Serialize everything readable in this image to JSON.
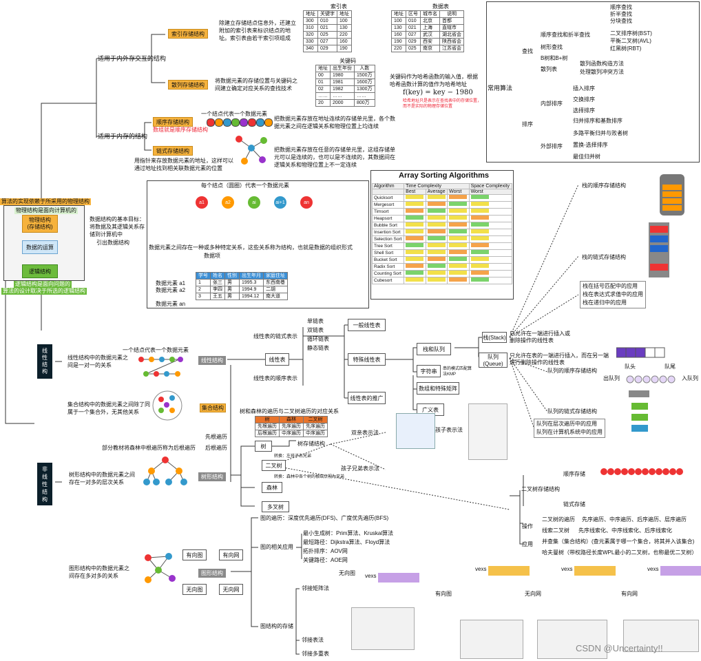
{
  "root": {
    "banner_top": "算法的实现依赖于所采用的物理结构",
    "banner_sub": "物理结构是面向计算机的",
    "physical": "物理结构\n(存储结构)",
    "ops": "数据的运算",
    "logical": "逻辑结构",
    "banner_bottom_1": "逻辑结构是面向问题的",
    "banner_bottom_2": "算法的设计取决于所选的逻辑结构",
    "goal": "数据结构的基本目标：将数据及其逻辑关系存储到计算机中",
    "intro": "引出数据结构"
  },
  "storage": {
    "external": "适用于内外存交互的结构",
    "internal": "适用于内存的结构",
    "index_label": "索引存储结构",
    "index_desc": "除建立存储结点信息外，还建立附加的索引表来标识结点的地址。索引表由若干索引项组成",
    "hash_label": "散列存储结构",
    "hash_desc": "将数据元素的存储位置与关键码之间建立确定对应关系的查找技术",
    "seq_label": "顺序存储结构",
    "seq_note": "数组就是顺序存储结构",
    "seq_desc": "把数据元素存放在地址连续的存储单元里，各个数据元素之间在逻辑关系和物理位置上均连续",
    "one_node": "一个结点代表一个数据元素",
    "link_label": "链式存储结构",
    "link_note": "用指针来存放数据元素的地址，这样可以通过地址找到相关联数据元素的位置",
    "link_desc": "把数据元素存放在任意的存储单元里，这组存储单元可以是连续的，也可以是不连续的，其数据间在逻辑关系和物理位置上不一定连续",
    "hash_formula_note": "关键码作为哈希函数的输入值，根据哈希函数计算的值作为哈希地址",
    "hash_formula": "f(key) = key − 1980",
    "hash_tip": "哈希地址只是表示在查找表中的存储位置，而不是实际的物理存储位置"
  },
  "index_table": {
    "title": "索引表",
    "headers": [
      "地址",
      "关键字",
      "地址"
    ],
    "rows": [
      [
        "300",
        "010",
        "100"
      ],
      [
        "310",
        "021",
        "130"
      ],
      [
        "320",
        "025",
        "220"
      ],
      [
        "330",
        "027",
        "160"
      ],
      [
        "340",
        "029",
        "190"
      ]
    ]
  },
  "data_table": {
    "title": "数据表",
    "headers": [
      "地址",
      "区号",
      "城市名",
      "说明"
    ],
    "rows": [
      [
        "100",
        "010",
        "北京",
        "首都"
      ],
      [
        "130",
        "021",
        "上海",
        "直辖市"
      ],
      [
        "160",
        "027",
        "武汉",
        "湖北省会"
      ],
      [
        "190",
        "029",
        "西安",
        "陕西省会"
      ],
      [
        "220",
        "025",
        "南京",
        "江苏省会"
      ]
    ]
  },
  "key_table": {
    "title": "关键码",
    "headers": [
      "地址",
      "出生年份",
      "人数"
    ],
    "rows": [
      [
        "00",
        "1980",
        "1500万"
      ],
      [
        "01",
        "1981",
        "1600万"
      ],
      [
        "02",
        "1982",
        "1300万"
      ],
      [
        "……",
        "……",
        "……"
      ],
      [
        "20",
        "2000",
        "800万"
      ]
    ]
  },
  "element_panel": {
    "top": "每个结点（圆圈）代表一个数据元素",
    "nodes": [
      "a1",
      "a2",
      "ai",
      "ai+1",
      "an"
    ],
    "desc": "数据元素之间存在一种或多种特定关系，这些关系称为结构，也就是数据的组织形式",
    "headers": [
      "学号",
      "姓名",
      "性别",
      "出生年月",
      "家庭住址"
    ],
    "rows": [
      [
        "1",
        "张三",
        "男",
        "1995.3",
        "东西南巷"
      ],
      [
        "2",
        "李四",
        "男",
        "1994.9",
        "二胡"
      ],
      [
        "3",
        "王五",
        "男",
        "1994.12",
        "南大道"
      ]
    ],
    "row_labels": [
      "数据元素 a1",
      "数据元素 a2",
      "数据元素 an"
    ],
    "item_label": "数据项"
  },
  "sort_table": {
    "title": "Array Sorting Algorithms",
    "col_alg": "Algorithm",
    "col_time": "Time Complexity",
    "col_space": "Space Complexity",
    "sub": [
      "Best",
      "Average",
      "Worst",
      "Worst"
    ],
    "algs": [
      "Quicksort",
      "Mergesort",
      "Timsort",
      "Heapsort",
      "Bubble Sort",
      "Insertion Sort",
      "Selection Sort",
      "Tree Sort",
      "Shell Sort",
      "Bucket Sort",
      "Radix Sort",
      "Counting Sort",
      "Cubesort"
    ]
  },
  "algorithms": {
    "common": "常用算法",
    "search": "查找",
    "search_seq": "顺序查找和折半查找",
    "search_items": [
      "顺序查找",
      "折半查找",
      "分块查找"
    ],
    "tree_search": "树形查找",
    "tree_items": [
      "二叉排序树(BST)",
      "平衡二叉树(AVL)",
      "红黑树(RBT)"
    ],
    "btree": "B树和B+树",
    "hash": "散列表",
    "hash_items": [
      "散列函数构造方法",
      "处理散列冲突方法"
    ],
    "sort": "排序",
    "inner": "内部排序",
    "inner_items": [
      "插入排序",
      "交换排序",
      "选择排序",
      "归并排序和基数排序"
    ],
    "outer": "外部排序",
    "outer_items": [
      "多路平衡归并与败者树",
      "置换-选择排序",
      "最佳归并树"
    ]
  },
  "linear": {
    "title": "线性结构",
    "block": "线\n性\n结\n构",
    "desc": "线性结构中的数据元素之间是一对一的关系",
    "one_node": "一个结点代表一个数据元素",
    "list": "线性表",
    "chain": "线性表的链式表示",
    "chain_items": [
      "单链表",
      "双链表",
      "循环链表",
      "静态链表"
    ],
    "seq": "线性表的顺序表示",
    "general": "一般线性表",
    "special": "特殊线性表",
    "promote": "线性表的推广",
    "stack_queue": "栈和队列",
    "string": "字符串",
    "kmp": "串的模式匹配算法KMP",
    "array": "数组和特殊矩阵",
    "glist": "广义表",
    "stack": "栈(Stack)",
    "stack_desc": "只允许在一端进行插入或删除操作的线性表",
    "queue": "队列(Queue)",
    "queue_desc": "只允许在表的一端进行插入，而在另一端进行删除操作的线性表",
    "stack_seq": "栈的顺序存储结构",
    "stack_link": "栈的链式存储结构",
    "stack_apps": [
      "栈在括号匹配中的应用",
      "栈在表达式求值中的应用",
      "栈在递归中的应用"
    ],
    "queue_seq": "队列的顺序存储结构",
    "queue_link": "队列的链式存储结构",
    "queue_apps": [
      "队列在层次遍历中的应用",
      "队列在计算机系统中的应用"
    ],
    "enqueue": "入队列",
    "dequeue": "出队列",
    "head": "队头",
    "tail": "队尾"
  },
  "nonlinear": {
    "block": "非\n线\n性\n结\n构",
    "set_desc": "集合结构中的数据元素之间除了同属于一个集合外，无其他关系",
    "set_label": "集合结构",
    "tree_desc": "树形结构中的数据元素之间存在一对多的层次关系",
    "tree_label": "树形结构",
    "graph_desc": "图形结构中的数据元素之间存在多对多的关系",
    "graph_label": "图形结构",
    "traverse_title": "树和森林的遍历与二叉树遍历的对应关系",
    "traverse_headers": [
      "树",
      "森林",
      "二叉树"
    ],
    "traverse_rows": [
      [
        "先根遍历",
        "先序遍历",
        "先序遍历"
      ],
      [
        "后根遍历",
        "中序遍历",
        "中序遍历"
      ]
    ],
    "postroot_note": "部分教材将森林中根遍历称为后根遍历",
    "preroot": "先根遍历",
    "postroot": "后根遍历",
    "tree": "树",
    "binary": "二叉树",
    "forest": "森林",
    "multi": "多叉树",
    "convert1": "转换：左孩子右兄弟",
    "convert2": "转换：森林中各个树的根结点视为兄弟",
    "tree_storage": "树存储结构",
    "parent_repr": "双亲表示法",
    "child_repr": "孩子表示法",
    "child_sibling": "孩子兄弟表示法",
    "bt_storage": "二叉树存储结构",
    "bt_seq": "顺序存储",
    "bt_link": "链式存储",
    "ops": "操作",
    "apps": "应用",
    "bt_traverse": "二叉树的遍历",
    "bt_traverse_items": "先序遍历、中序遍历、后序遍历、层序遍历",
    "threaded": "线索二叉树",
    "threaded_items": "先序线索化、中序线索化、后序线索化",
    "ufs": "并查集（集合结构）(查元素属于哪一个集合，将其并入该集合)",
    "huffman": "哈夫曼树（带权路径长度WPL最小的二叉树，也称最优二叉树）",
    "g_directed": "有向图",
    "g_dirnet": "有向网",
    "g_undirected": "无向图",
    "g_undnet": "无向网",
    "g_traverse": "图的遍历：深度优先遍历(DFS)、广度优先遍历(BFS)",
    "g_apps_label": "图的相关应用",
    "g_apps": [
      "最小生成树：Prim算法、Kruskal算法",
      "最短路径：Dijkstra算法、Floyd算法",
      "拓扑排序：AOV网",
      "关键路径：AOE网"
    ],
    "g_storage": "图结构的存储",
    "adj_matrix": "邻接矩阵法",
    "adj_list": "邻接表法",
    "multi_list": "邻接多重表",
    "undirected": "无向图",
    "directed": "有向图",
    "undnet": "无向网",
    "dirnet": "有向网",
    "vexs": "vexs"
  },
  "watermark": "CSDN @Uncertainty!!"
}
